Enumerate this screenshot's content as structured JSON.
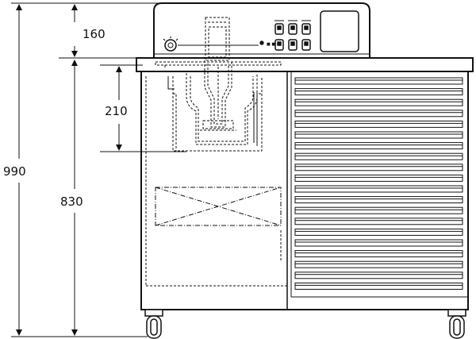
{
  "dimensions": {
    "control_unit_height": "160",
    "bath_depth": "210",
    "total_height": "990",
    "cabinet_height": "830"
  }
}
